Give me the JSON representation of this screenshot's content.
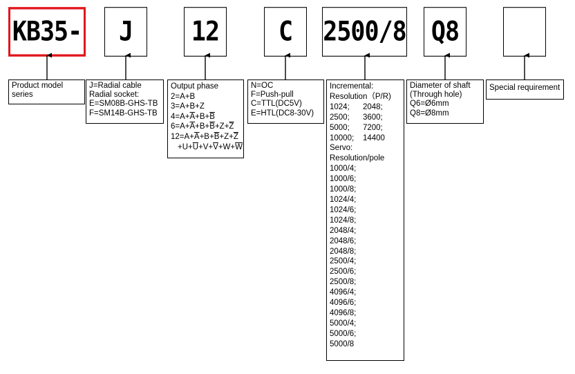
{
  "codes": [
    {
      "text": "KB35-"
    },
    {
      "text": "J"
    },
    {
      "text": "12"
    },
    {
      "text": "C"
    },
    {
      "text": "2500/8"
    },
    {
      "text": "Q8"
    },
    {
      "text": ""
    }
  ],
  "descriptions": {
    "series": [
      "Product model",
      "series"
    ],
    "cable": [
      "J=Radial cable",
      "Radial socket:",
      "E=SM08B-GHS-TB",
      "F=SM14B-GHS-TB"
    ],
    "phase": {
      "title": "Output phase",
      "l1": "2=A+B",
      "l2": "3=A+B+Z",
      "l3a": "4=A+",
      "l3b": "A",
      "l3c": "+B+",
      "l3d": "B",
      "l4a": "6=A+",
      "l4b": "A",
      "l4c": "+B+",
      "l4d": "B",
      "l4e": "+Z+",
      "l4f": "Z",
      "l5a": "12=A+",
      "l5b": "A",
      "l5c": "+B+",
      "l5d": "B",
      "l5e": "+Z+",
      "l5f": "Z",
      "l6a": "+U+",
      "l6b": "U",
      "l6c": "+V+",
      "l6d": "V",
      "l6e": "+W+",
      "l6f": "W"
    },
    "output": [
      "N=OC",
      "F=Push-pull",
      "C=TTL(DC5V)",
      "E=HTL(DC8-30V)"
    ],
    "resolution": [
      "Incremental:",
      "Resolution（P/R)",
      "1024;      2048;",
      "2500;      3600;",
      "5000;      7200;",
      "10000;    14400",
      "Servo:",
      "Resolution/pole",
      "1000/4;",
      "1000/6;",
      "1000/8;",
      "1024/4;",
      "1024/6;",
      "1024/8;",
      "2048/4;",
      "2048/6;",
      "2048/8;",
      "2500/4;",
      "2500/6;",
      "2500/8;",
      "4096/4;",
      "4096/6;",
      "4096/8;",
      "5000/4;",
      "5000/6;",
      "5000/8"
    ],
    "shaft": [
      "Diameter of shaft",
      "(Through hole)",
      "Q6=Ø6mm",
      "Q8=Ø8mm"
    ],
    "special": [
      "Special requirement"
    ]
  },
  "colors": {
    "highlight_border": "#e0161c",
    "line": "#000000"
  }
}
